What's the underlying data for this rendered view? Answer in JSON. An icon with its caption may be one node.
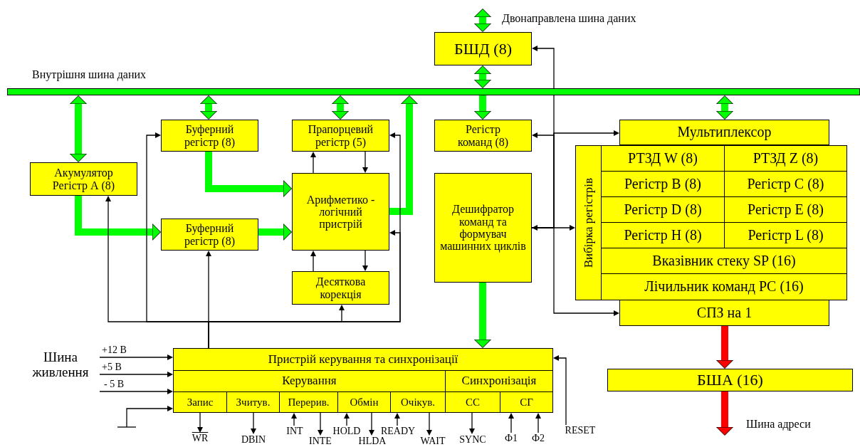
{
  "diagram": {
    "nodes": [
      {
        "text": [],
        "shape": "bar"
      },
      {
        "text": [
          "БШД (8)"
        ]
      },
      {
        "text": [
          "Акумулятор Регістр А (8)"
        ]
      },
      {
        "text": [
          "Буферний регістр (8)"
        ]
      },
      {
        "text": [
          "Прапорцевий регістр (5)"
        ]
      },
      {
        "text": [
          "Регістр команд (8)"
        ]
      },
      {
        "text": [
          "Мультиплексор"
        ]
      },
      {
        "text": [
          "Вибірка регістрів"
        ]
      },
      {
        "text": [
          "РТЗД W (8)"
        ],
        "in": 7
      },
      {
        "text": [
          "РТЗД Z (8)"
        ],
        "in": 7
      },
      {
        "text": [
          "Регістр B (8)"
        ],
        "in": 7
      },
      {
        "text": [
          "Регістр C (8)"
        ],
        "in": 7
      },
      {
        "text": [
          "Регістр D (8)"
        ],
        "in": 7
      },
      {
        "text": [
          "Регістр E (8)"
        ],
        "in": 7
      },
      {
        "text": [
          "Регістр H (8)"
        ],
        "in": 7
      },
      {
        "text": [
          "Регістр L (8)"
        ],
        "in": 7
      },
      {
        "text": [
          "Вказівник стеку SP (16)"
        ],
        "in": 7
      },
      {
        "text": [
          "Лічильник команд PC (16)"
        ],
        "in": 7
      },
      {
        "text": [
          "Арифметико - логічний пристрій"
        ]
      },
      {
        "text": [
          "Буферний регістр (8)"
        ]
      },
      {
        "text": [
          "Десяткова корекція"
        ]
      },
      {
        "text": [
          "Дешифратор команд та формувач машинних циклів"
        ]
      },
      {
        "text": [
          "СПЗ на 1"
        ]
      },
      {
        "text": [
          "Пристрій керування та синхронізації"
        ]
      },
      {
        "text": [
          "Керування"
        ],
        "in": 23
      },
      {
        "text": [
          "Синхронізація"
        ],
        "in": 23
      },
      {
        "text": [
          "Запис"
        ],
        "in": 23
      },
      {
        "text": [
          "Зчитув."
        ],
        "in": 23
      },
      {
        "text": [
          "Перерив."
        ],
        "in": 23
      },
      {
        "text": [
          "Обмін"
        ],
        "in": 23
      },
      {
        "text": [
          "Очікув."
        ],
        "in": 23
      },
      {
        "text": [
          "СС"
        ],
        "in": 23
      },
      {
        "text": [
          "СГ"
        ],
        "in": 23
      },
      {
        "text": [
          "БША (16)"
        ]
      },
      {
        "text": [
          "WR"
        ]
      },
      {
        "text": [
          "DBIN"
        ]
      },
      {
        "text": [
          "INT"
        ]
      },
      {
        "text": [
          "INTE"
        ]
      },
      {
        "text": [
          "HOLD"
        ]
      },
      {
        "text": [
          "HLDA"
        ]
      },
      {
        "text": [
          "READY"
        ]
      },
      {
        "text": [
          "WAIT"
        ]
      },
      {
        "text": [
          "SYNC"
        ]
      },
      {
        "text": [
          "Ф1"
        ]
      },
      {
        "text": [
          "Ф2"
        ]
      },
      {
        "text": [
          "RESET"
        ]
      }
    ],
    "edges": [
      {
        "from": null,
        "to": 1,
        "arrow": "both",
        "style": "thick",
        "color": "#00ff00"
      },
      {
        "from": 1,
        "to": 0,
        "arrow": "both",
        "style": "thick",
        "color": "#00ff00"
      },
      {
        "from": 0,
        "to": 2,
        "arrow": "both",
        "style": "thick",
        "color": "#00ff00"
      },
      {
        "from": 0,
        "to": 3,
        "arrow": "both",
        "style": "thick",
        "color": "#00ff00"
      },
      {
        "from": 0,
        "to": 4,
        "arrow": "both",
        "style": "thick",
        "color": "#00ff00"
      },
      {
        "from": 18,
        "to": 0,
        "arrow": "to",
        "style": "thick",
        "color": "#00ff00"
      },
      {
        "from": 0,
        "to": 5,
        "arrow": "to",
        "style": "thick",
        "color": "#00ff00"
      },
      {
        "from": 0,
        "to": 6,
        "arrow": "both",
        "style": "thick",
        "color": "#00ff00"
      },
      {
        "from": 3,
        "to": 18,
        "arrow": "to",
        "style": "thick",
        "color": "#00ff00"
      },
      {
        "from": 2,
        "to": 19,
        "arrow": "to",
        "style": "thick",
        "color": "#00ff00"
      },
      {
        "from": 19,
        "to": 18,
        "arrow": "to",
        "style": "thick",
        "color": "#00ff00"
      },
      {
        "from": 21,
        "to": 23,
        "arrow": "to",
        "style": "thick",
        "color": "#00ff00"
      },
      {
        "from": 22,
        "to": 33,
        "arrow": "to",
        "style": "thick",
        "color": "#ff0000"
      },
      {
        "from": 33,
        "to": null,
        "arrow": "to",
        "style": "thick",
        "color": "#ff0000"
      },
      {
        "from": 18,
        "to": 4,
        "arrow": "to"
      },
      {
        "from": 4,
        "to": 18,
        "arrow": "to"
      },
      {
        "from": 18,
        "to": 20,
        "arrow": "to"
      },
      {
        "from": 20,
        "to": 18,
        "arrow": "to"
      },
      {
        "from": 23,
        "to": 2,
        "arrow": "to"
      },
      {
        "from": 23,
        "to": 3,
        "arrow": "to"
      },
      {
        "from": 23,
        "to": 19,
        "arrow": "to"
      },
      {
        "from": 23,
        "to": 20,
        "arrow": "to"
      },
      {
        "from": 23,
        "to": 18,
        "arrow": "to"
      },
      {
        "from": 23,
        "to": 4,
        "arrow": "to"
      },
      {
        "from": 21,
        "to": 7,
        "arrow": "both"
      },
      {
        "from": 21,
        "to": 1,
        "arrow": "to"
      },
      {
        "from": 21,
        "to": 5,
        "arrow": "to"
      },
      {
        "from": 21,
        "to": 6,
        "arrow": "to"
      },
      {
        "from": 21,
        "to": 22,
        "arrow": "to"
      },
      {
        "from": 45,
        "to": 23,
        "arrow": "to"
      },
      {
        "from": 26,
        "to": 34,
        "arrow": "to"
      },
      {
        "from": 27,
        "to": 35,
        "arrow": "to"
      },
      {
        "from": 36,
        "to": 28,
        "arrow": "to"
      },
      {
        "from": 28,
        "to": 37,
        "arrow": "to"
      },
      {
        "from": 38,
        "to": 29,
        "arrow": "to"
      },
      {
        "from": 29,
        "to": 39,
        "arrow": "to"
      },
      {
        "from": 40,
        "to": 30,
        "arrow": "to"
      },
      {
        "from": 30,
        "to": 41,
        "arrow": "to"
      },
      {
        "from": 31,
        "to": 42,
        "arrow": "to"
      },
      {
        "from": 43,
        "to": 32,
        "arrow": "to"
      },
      {
        "from": 44,
        "to": 32,
        "arrow": "to"
      },
      {
        "from": null,
        "to": 23,
        "arrow": "to",
        "label": "+12 В"
      },
      {
        "from": null,
        "to": 23,
        "arrow": "to",
        "label": "+5 В"
      },
      {
        "from": null,
        "to": 23,
        "arrow": "to",
        "label": "- 5 В"
      },
      {
        "from": null,
        "to": 23,
        "arrow": "to"
      }
    ],
    "labels": [
      "Внутрішня шина даних",
      "Двонаправлена шина даних",
      "Шина живлення",
      "Шина адреси"
    ]
  }
}
